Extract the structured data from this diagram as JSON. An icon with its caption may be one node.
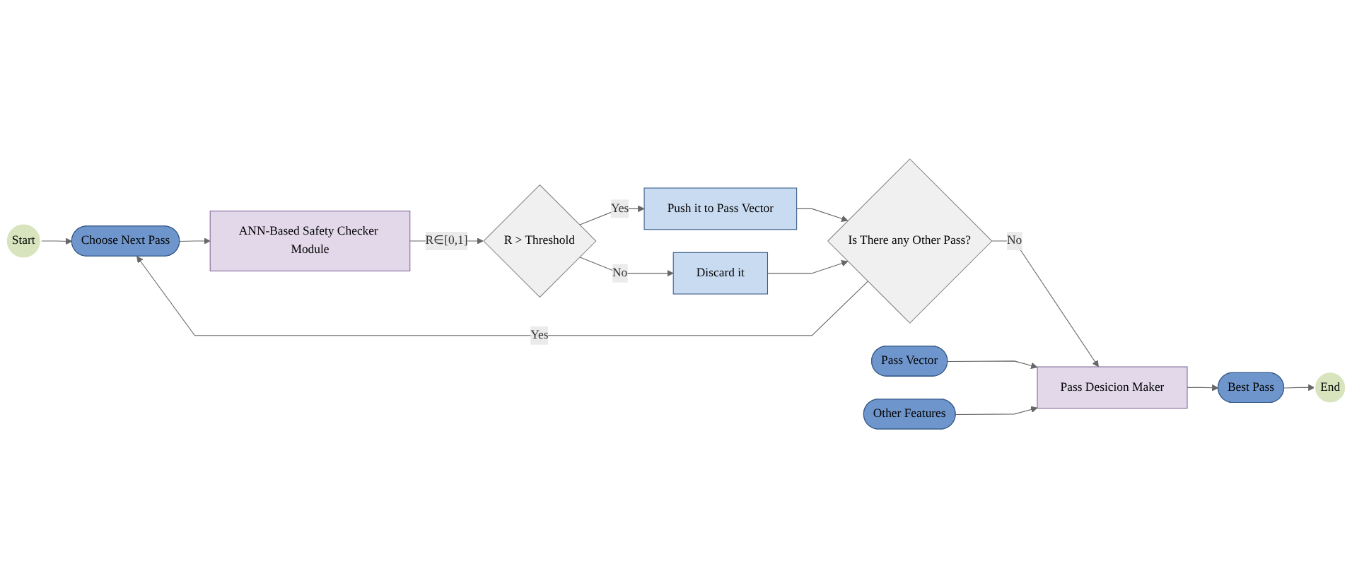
{
  "diagram": {
    "nodes": [
      {
        "text": [
          "Start"
        ]
      },
      {
        "text": [
          "Choose Next Pass"
        ]
      },
      {
        "text": [
          "ANN-Based Safety Checker Module"
        ]
      },
      {
        "text": [
          "R > Threshold"
        ]
      },
      {
        "text": [
          "Push it to Pass Vector"
        ]
      },
      {
        "text": [
          "Is There any Other Pass?"
        ]
      },
      {
        "text": [
          "Discard it"
        ]
      },
      {
        "text": [
          "Pass Vector"
        ]
      },
      {
        "text": [
          "Other Features"
        ]
      },
      {
        "text": [
          "Pass Desicion Maker"
        ]
      },
      {
        "text": [
          "Best Pass"
        ]
      },
      {
        "text": [
          "End"
        ]
      }
    ],
    "edges": [
      {
        "from": 0,
        "to": 1,
        "arrow": "to"
      },
      {
        "from": 1,
        "to": 2,
        "arrow": "to"
      },
      {
        "from": 2,
        "to": 3,
        "arrow": "to",
        "label": "R∈[0,1]"
      },
      {
        "from": 3,
        "to": 4,
        "arrow": "to",
        "label": "Yes"
      },
      {
        "from": 3,
        "to": 6,
        "arrow": "to",
        "label": "No"
      },
      {
        "from": 4,
        "to": 5,
        "arrow": "to"
      },
      {
        "from": 6,
        "to": 5,
        "arrow": "to"
      },
      {
        "from": 5,
        "to": 1,
        "arrow": "to",
        "label": "Yes"
      },
      {
        "from": 5,
        "to": 9,
        "arrow": "to",
        "label": "No"
      },
      {
        "from": 7,
        "to": 9,
        "arrow": "to"
      },
      {
        "from": 8,
        "to": 9,
        "arrow": "to"
      },
      {
        "from": 9,
        "to": 10,
        "arrow": "to"
      },
      {
        "from": 10,
        "to": 11,
        "arrow": "to"
      }
    ]
  }
}
